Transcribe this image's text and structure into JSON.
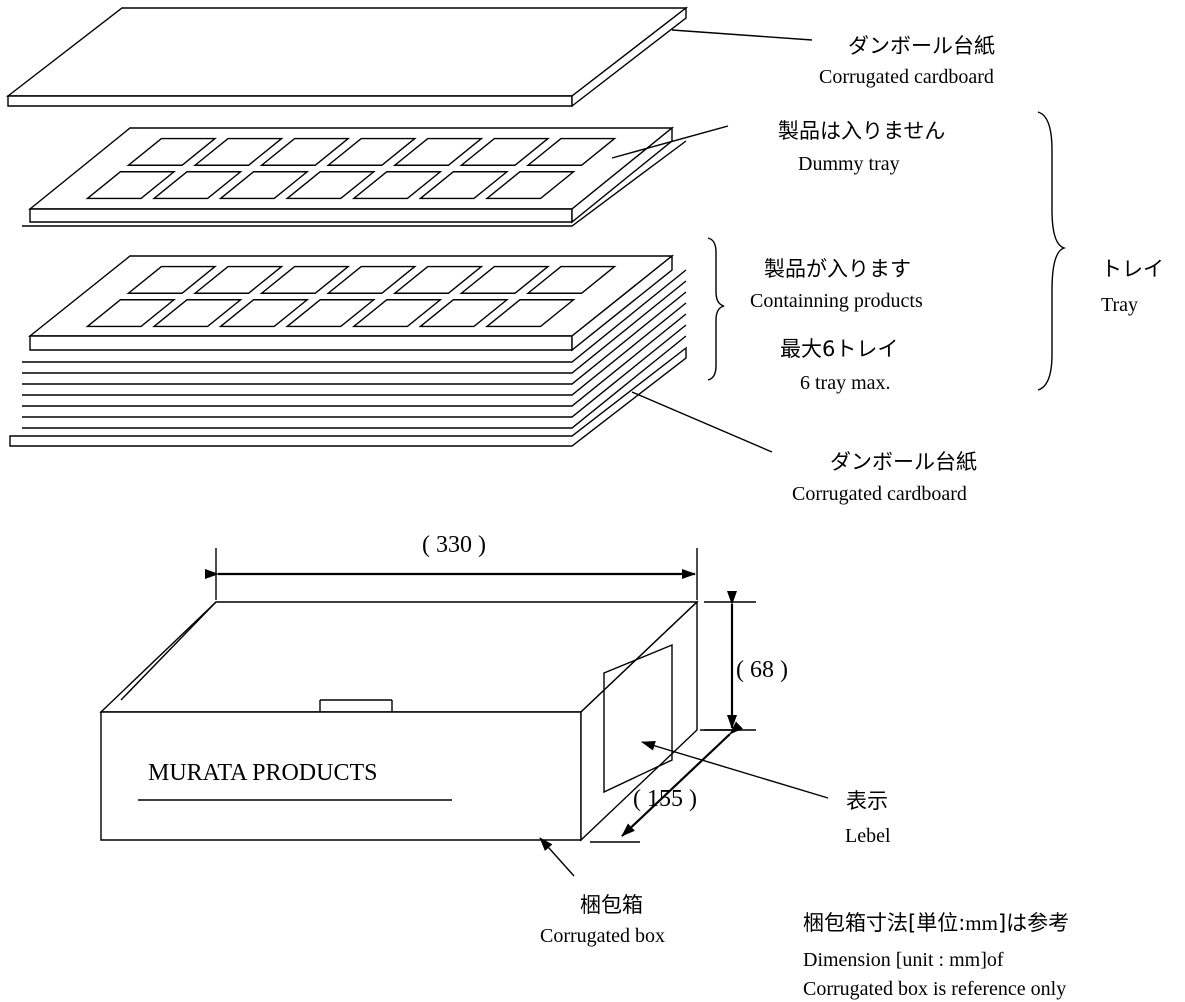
{
  "labels": {
    "top_cardboard_jp": "ダンボール台紙",
    "top_cardboard_en": "Corrugated cardboard",
    "dummy_jp": "製品は入りません",
    "dummy_en": "Dummy  tray",
    "containing_jp": "製品が入ります",
    "containing_en": "Containning products",
    "max_jp": "最大6トレイ",
    "max_en": "6 tray max.",
    "tray_jp": "トレイ",
    "tray_en": "Tray",
    "bottom_cardboard_jp": "ダンボール台紙",
    "bottom_cardboard_en": "Corrugated cardboard",
    "box_jp": "梱包箱",
    "box_en": "Corrugated box",
    "label_jp": "表示",
    "label_en": "Lebel",
    "box_print": "MURATA   PRODUCTS"
  },
  "dimensions": {
    "width": "( 330 )",
    "height": "( 68 )",
    "depth": "( 155 )"
  },
  "notes": {
    "jp_a": "梱包箱寸法[単位:",
    "unit": "mm",
    "jp_b": "]は参考",
    "en_line1": "Dimension [unit : mm]of",
    "en_line2": "Corrugated box is reference only"
  }
}
